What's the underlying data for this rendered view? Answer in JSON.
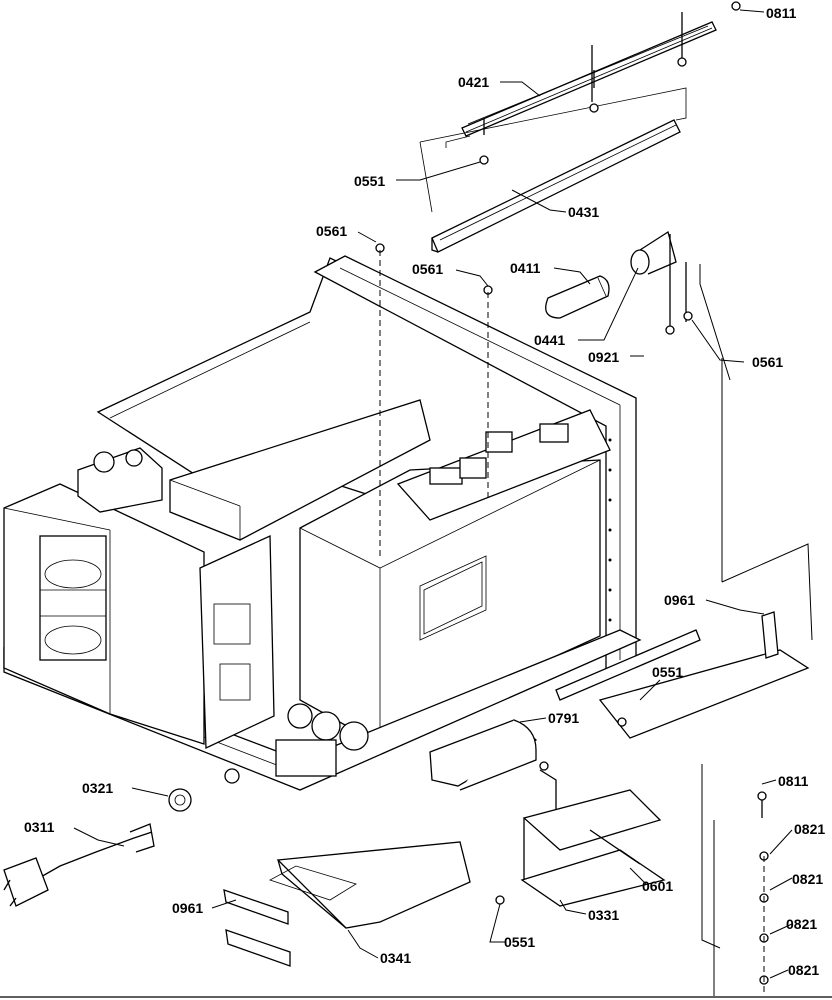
{
  "diagram": {
    "labels": [
      {
        "id": "l0811a",
        "text": "0811"
      },
      {
        "id": "l0421",
        "text": "0421"
      },
      {
        "id": "l0551a",
        "text": "0551"
      },
      {
        "id": "l0431",
        "text": "0431"
      },
      {
        "id": "l0561a",
        "text": "0561"
      },
      {
        "id": "l0561b",
        "text": "0561"
      },
      {
        "id": "l0411",
        "text": "0411"
      },
      {
        "id": "l0441",
        "text": "0441"
      },
      {
        "id": "l0921",
        "text": "0921"
      },
      {
        "id": "l0561c",
        "text": "0561"
      },
      {
        "id": "l0961a",
        "text": "0961"
      },
      {
        "id": "l0551b",
        "text": "0551"
      },
      {
        "id": "l0791",
        "text": "0791"
      },
      {
        "id": "l0811b",
        "text": "0811"
      },
      {
        "id": "l0821a",
        "text": "0821"
      },
      {
        "id": "l0321",
        "text": "0321"
      },
      {
        "id": "l0311",
        "text": "0311"
      },
      {
        "id": "l0821b",
        "text": "0821"
      },
      {
        "id": "l0601",
        "text": "0601"
      },
      {
        "id": "l0961b",
        "text": "0961"
      },
      {
        "id": "l0331",
        "text": "0331"
      },
      {
        "id": "l0821c",
        "text": "0821"
      },
      {
        "id": "l0551c",
        "text": "0551"
      },
      {
        "id": "l0341",
        "text": "0341"
      },
      {
        "id": "l0821d",
        "text": "0821"
      }
    ]
  }
}
